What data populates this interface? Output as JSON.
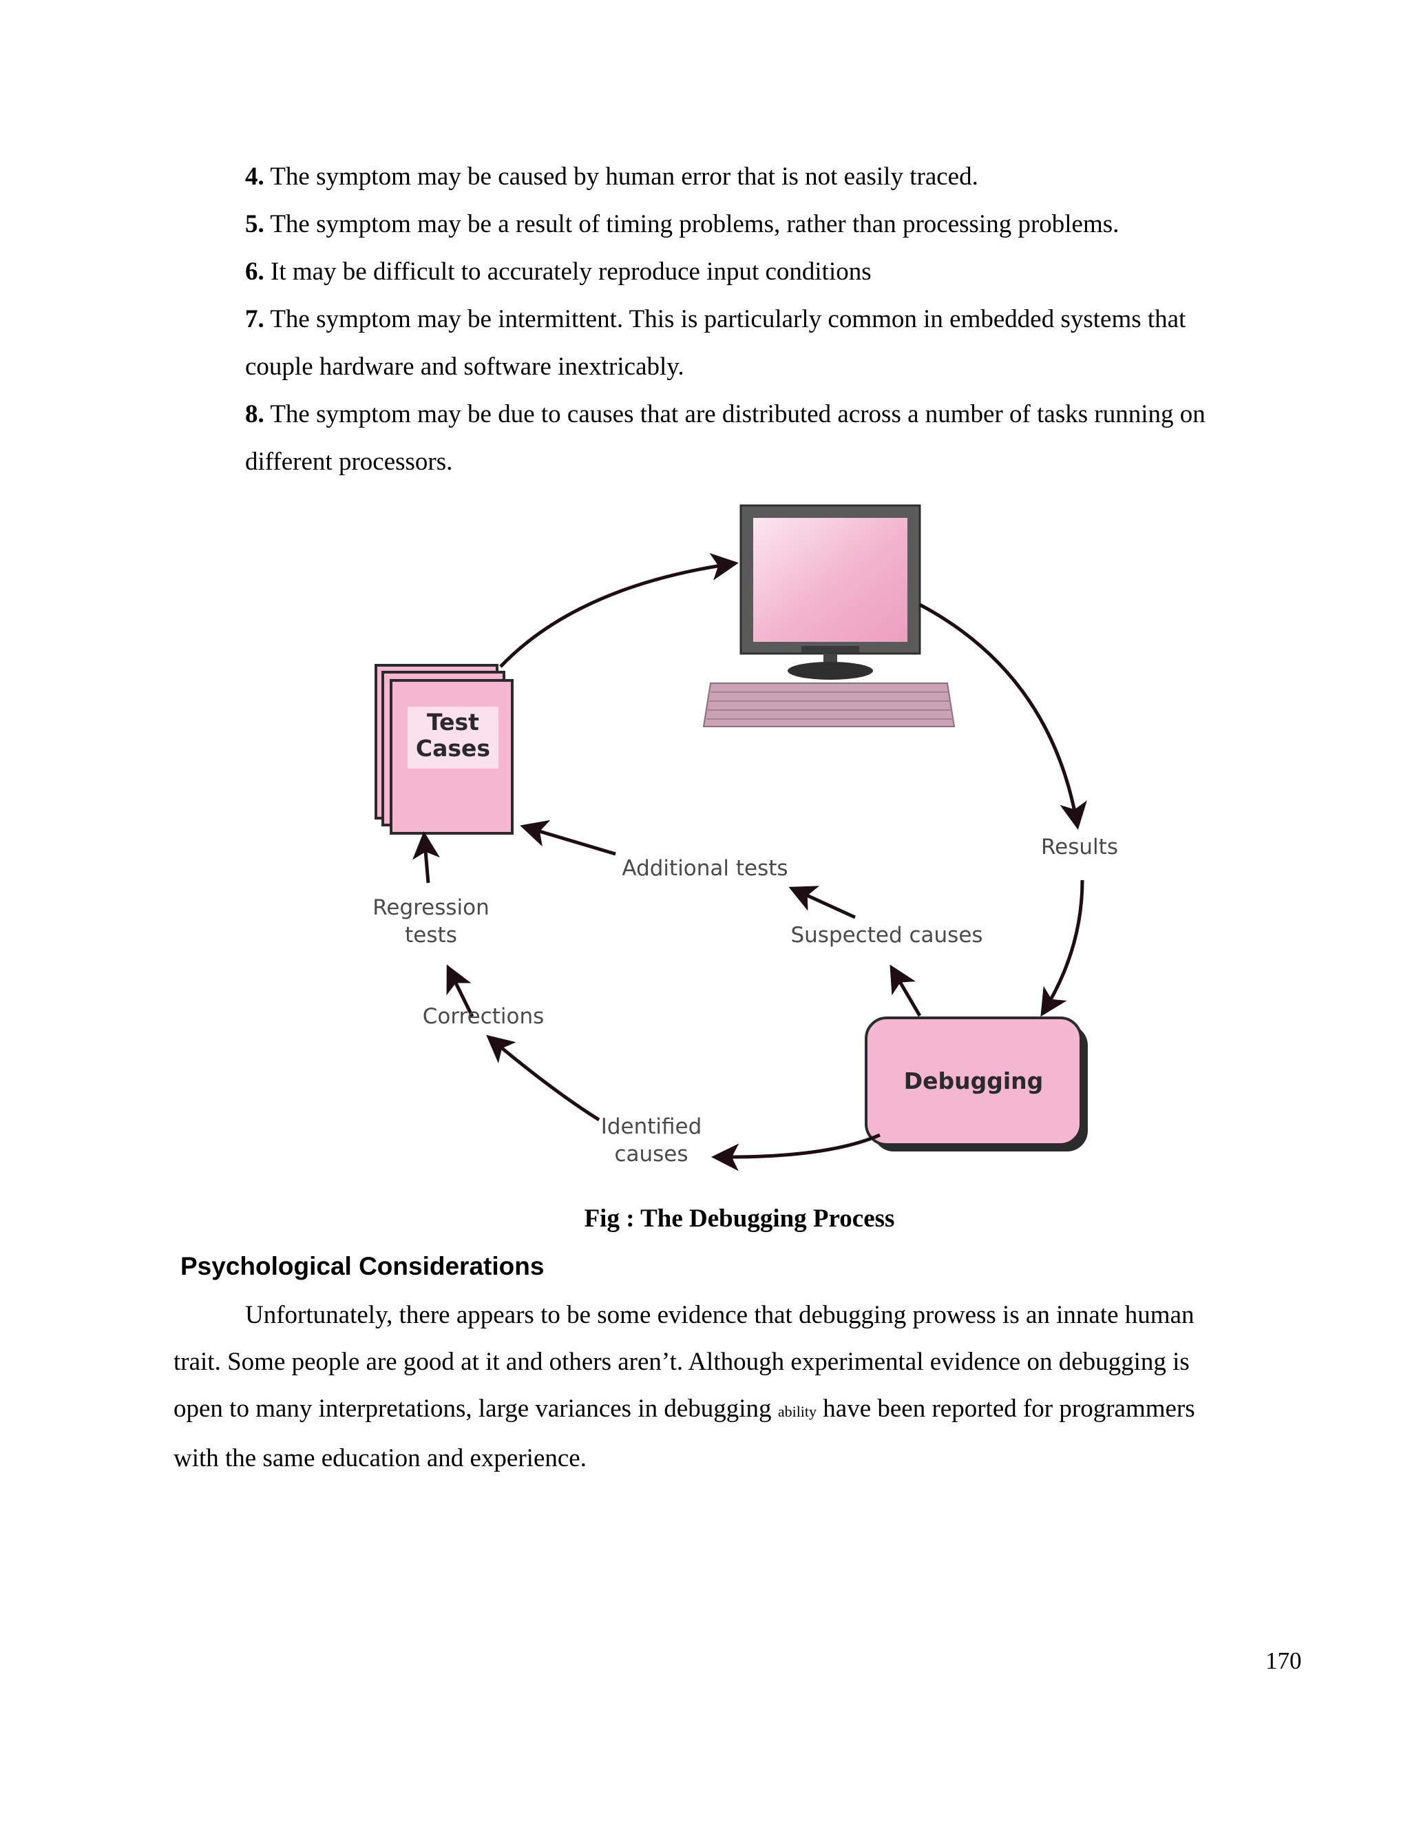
{
  "list_items": [
    {
      "number": "4.",
      "text": " The symptom may be caused by human error that is not easily traced."
    },
    {
      "number": "5.",
      "text": " The symptom may be a result of timing problems, rather than processing problems."
    },
    {
      "number": "6.",
      "text": " It may be difficult to accurately reproduce input conditions"
    },
    {
      "number": "7.",
      "text": "  The symptom may be intermittent. This is particularly common in embedded systems that couple hardware and software inextricably."
    },
    {
      "number": "8.",
      "text": "  The symptom may be due to causes that are distributed across a number of tasks running on different processors."
    }
  ],
  "figure": {
    "test_cases_line1": "Test",
    "test_cases_line2": "Cases",
    "results": "Results",
    "debugging": "Debugging",
    "suspected_causes": "Suspected causes",
    "additional_tests": "Additional tests",
    "identified_causes_line1": "Identified",
    "identified_causes_line2": "causes",
    "corrections": "Corrections",
    "regression_tests_line1": "Regression",
    "regression_tests_line2": "tests",
    "colors": {
      "pink": "#f4b6d0",
      "dark": "#2b2b2b",
      "arrow": "#1e0d12"
    }
  },
  "caption": "Fig : The Debugging Process",
  "heading": "Psychological Considerations",
  "paragraph": {
    "before": "Unfortunately, there appears to be some evidence that debugging prowess is an innate human trait. Some people are good at it and others aren’t. Although experimental evidence on debugging is open to many interpretations, large variances in debugging ",
    "small": "ability",
    "after": " have been reported for programmers with the same education and experience."
  },
  "page_number": "170"
}
